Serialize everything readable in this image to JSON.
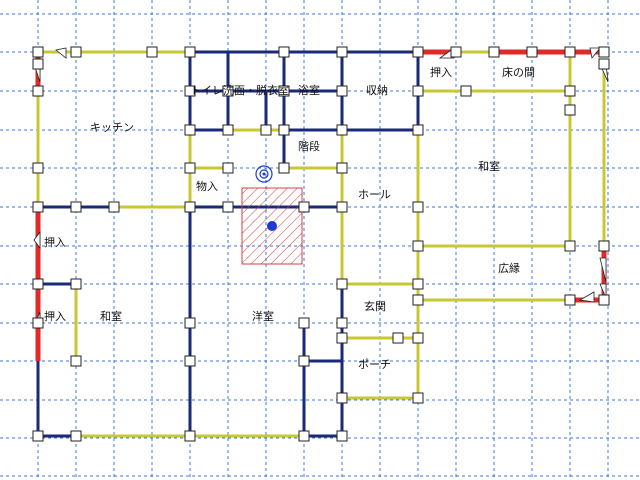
{
  "colors": {
    "background": "#ffffff",
    "grid": "#3a78d8",
    "wall_structural": "#1a2a7a",
    "wall_secondary": "#c8c832",
    "wall_opening": "#e02a2a",
    "node_fill": "#ffffff",
    "node_stroke": "#222222",
    "selection_hatch": "#d04040",
    "marker": "#1a3ad0"
  },
  "rooms": [
    {
      "id": "kitchen",
      "label": "キッチン"
    },
    {
      "id": "toilet",
      "label": "トイレ洗面・脱衣室"
    },
    {
      "id": "bath",
      "label": "浴室"
    },
    {
      "id": "storage",
      "label": "収納"
    },
    {
      "id": "oshiire1",
      "label": "押入"
    },
    {
      "id": "tokonoma",
      "label": "床の間"
    },
    {
      "id": "stairs",
      "label": "階段"
    },
    {
      "id": "washitsu1",
      "label": "和室"
    },
    {
      "id": "monoire",
      "label": "物入"
    },
    {
      "id": "hall",
      "label": "ホール"
    },
    {
      "id": "oshiire2",
      "label": "押入"
    },
    {
      "id": "engawa",
      "label": "広縁"
    },
    {
      "id": "genkan",
      "label": "玄関"
    },
    {
      "id": "oshiire3",
      "label": "押入"
    },
    {
      "id": "washitsu2",
      "label": "和室"
    },
    {
      "id": "yoshitsu",
      "label": "洋室"
    },
    {
      "id": "porch",
      "label": "ポーチ"
    }
  ]
}
